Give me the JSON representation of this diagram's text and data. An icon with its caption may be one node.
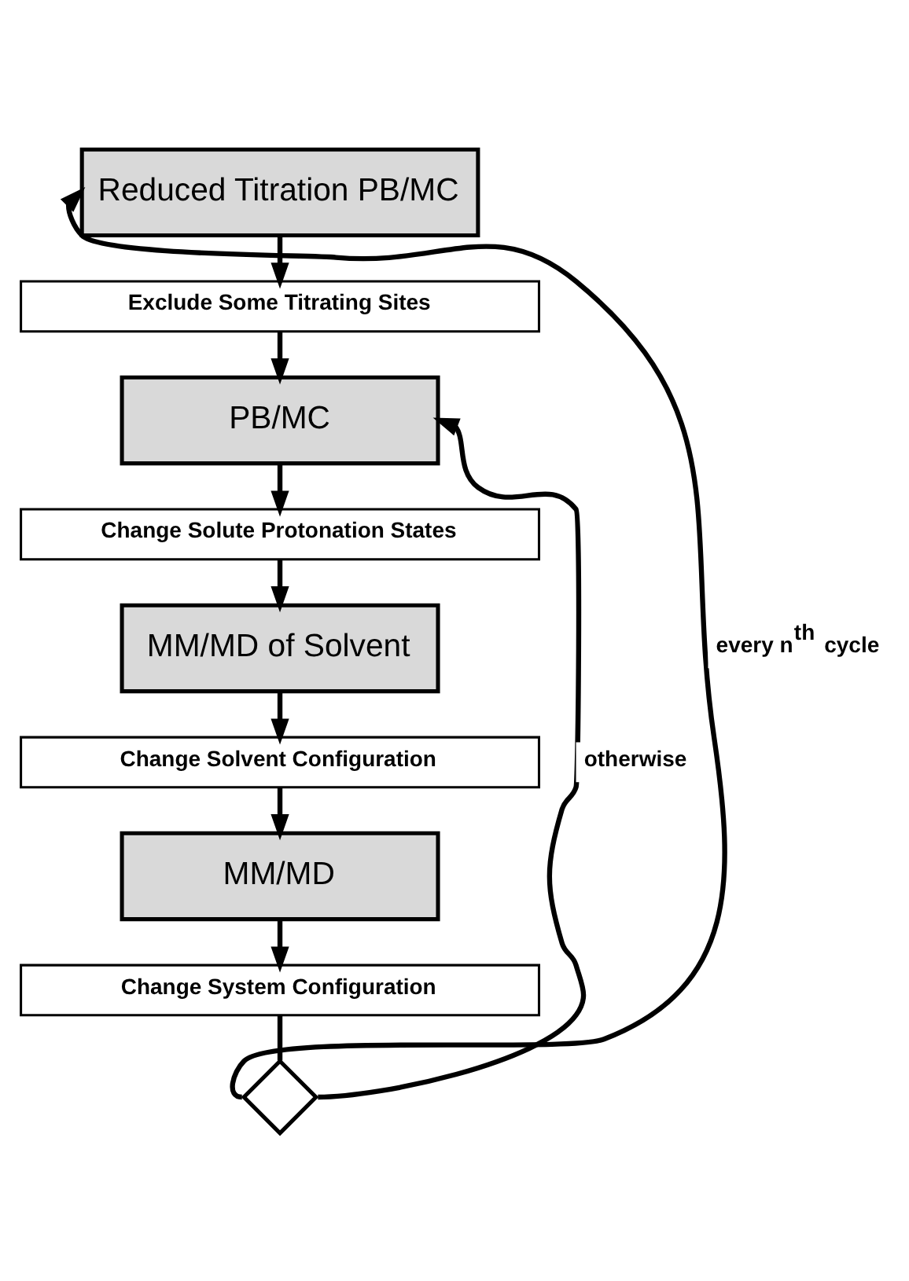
{
  "diagram": {
    "nodes": [
      {
        "text": [
          "Reduced Titration PB/MC"
        ]
      },
      {
        "text": [
          "Exclude Some Titrating Sites"
        ]
      },
      {
        "text": [
          "PB/MC"
        ]
      },
      {
        "text": [
          "Change Solute Protonation States"
        ]
      },
      {
        "text": [
          "MM/MD of Solvent"
        ]
      },
      {
        "text": [
          "Change Solvent Configuration"
        ]
      },
      {
        "text": [
          "MM/MD"
        ]
      },
      {
        "text": [
          "Change System Configuration"
        ]
      },
      {
        "text": [],
        "shape": "diamond"
      }
    ],
    "edges": [
      {
        "from": 0,
        "to": 1,
        "arrow": "to"
      },
      {
        "from": 1,
        "to": 2,
        "arrow": "to"
      },
      {
        "from": 2,
        "to": 3,
        "arrow": "to"
      },
      {
        "from": 3,
        "to": 4,
        "arrow": "to"
      },
      {
        "from": 4,
        "to": 5,
        "arrow": "to"
      },
      {
        "from": 5,
        "to": 6,
        "arrow": "to"
      },
      {
        "from": 6,
        "to": 7,
        "arrow": "to"
      },
      {
        "from": 7,
        "to": 8,
        "arrow": "none"
      },
      {
        "from": 8,
        "to": 0,
        "arrow": "to",
        "label": "every n$^{th}$ cycle"
      },
      {
        "from": 8,
        "to": 2,
        "arrow": "to",
        "label": "otherwise"
      }
    ]
  }
}
